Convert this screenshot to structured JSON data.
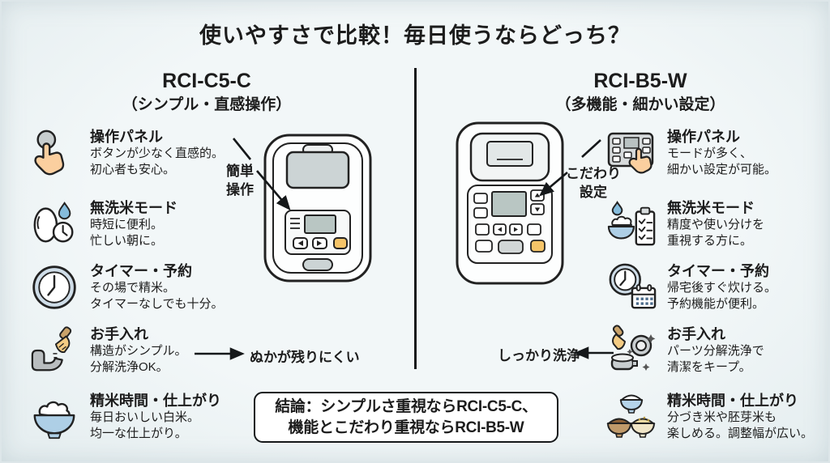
{
  "title": "使いやすさで比較！毎日使うならどっち？",
  "left": {
    "model": "RCI-C5-C",
    "subtitle": "（シンプル・直感操作）",
    "device_note_line1": "簡単",
    "device_note_line2": "操作",
    "callout": "ぬかが残りにくい",
    "features": [
      {
        "icon": "tap-finger-icon",
        "title": "操作パネル",
        "line1": "ボタンが少なく直感的。",
        "line2": "初心者も安心。"
      },
      {
        "icon": "rinse-free-rice-icon",
        "title": "無洗米モード",
        "line1": "時短に便利。",
        "line2": "忙しい朝に。"
      },
      {
        "icon": "timer-clock-icon",
        "title": "タイマー・予約",
        "line1": "その場で精米。",
        "line2": "タイマーなしでも十分。"
      },
      {
        "icon": "cleaning-brush-icon",
        "title": "お手入れ",
        "line1": "構造がシンプル。",
        "line2": "分解洗浄OK。"
      },
      {
        "icon": "rice-bowl-icon",
        "title": "精米時間・仕上がり",
        "line1": "毎日おいしい白米。",
        "line2": "均一な仕上がり。"
      }
    ]
  },
  "right": {
    "model": "RCI-B5-W",
    "subtitle": "（多機能・細かい設定）",
    "device_note_line1": "こだわり",
    "device_note_line2": "設定",
    "callout": "しっかり洗浄",
    "features": [
      {
        "icon": "control-panel-tap-icon",
        "title": "操作パネル",
        "line1": "モードが多く、",
        "line2": "細かい設定が可能。"
      },
      {
        "icon": "rice-checklist-icon",
        "title": "無洗米モード",
        "line1": "精度や使い分けを",
        "line2": "重視する方に。"
      },
      {
        "icon": "clock-calendar-icon",
        "title": "タイマー・予約",
        "line1": "帰宅後すぐ炊ける。",
        "line2": "予約機能が便利。"
      },
      {
        "icon": "parts-cleaning-icon",
        "title": "お手入れ",
        "line1": "パーツ分解洗浄で",
        "line2": "清潔をキープ。"
      },
      {
        "icon": "three-bowls-icon",
        "title": "精米時間・仕上がり",
        "line1": "分づき米や胚芽米も",
        "line2": "楽しめる。調整幅が広い。"
      }
    ]
  },
  "conclusion": {
    "line1": "結論：シンプルさ重視ならRCI-C5-C、",
    "line2": "機能とこだわり重視ならRCI-B5-W"
  },
  "colors": {
    "background": "#eef3f5",
    "text": "#1c1c1c",
    "accent_orange": "#f5c468",
    "water_blue": "#85bcdc",
    "bowl_blue": "#aecfe6",
    "skin": "#fbcf9f",
    "panel_gray": "#ccd4d5"
  }
}
